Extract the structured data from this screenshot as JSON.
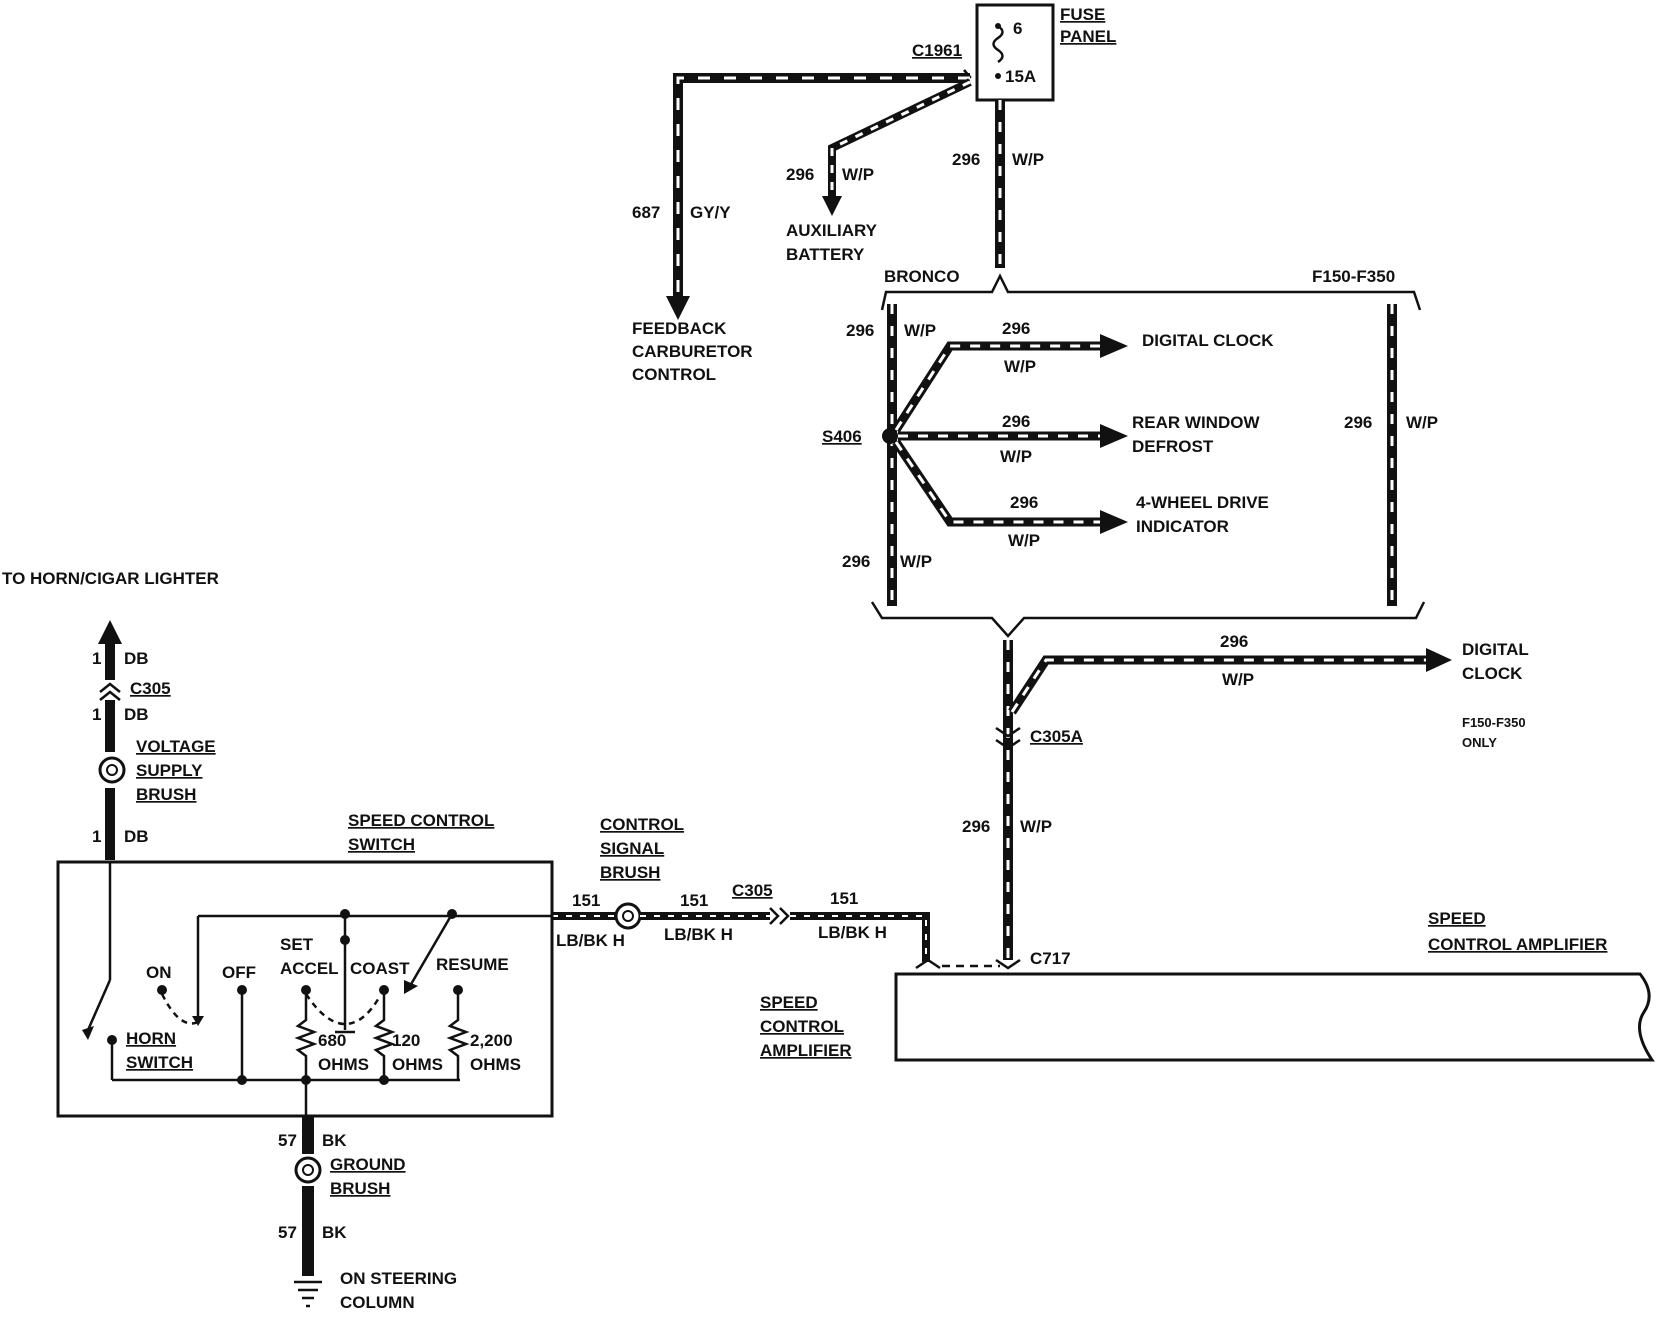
{
  "fuse_panel": {
    "title_line1": "FUSE",
    "title_line2": "PANEL",
    "fuse_number": "6",
    "fuse_rating": "15A",
    "connector": "C1961"
  },
  "feeds": {
    "circuit_687": "687",
    "color_687": "GY/Y",
    "feedback_line1": "FEEDBACK",
    "feedback_line2": "CARBURETOR",
    "feedback_line3": "CONTROL",
    "aux_circuit": "296",
    "aux_color": "W/P",
    "aux_line1": "AUXILIARY",
    "aux_line2": "BATTERY",
    "main_circuit": "296",
    "main_color": "W/P"
  },
  "variants": {
    "bronco": "BRONCO",
    "f150": "F150-F350",
    "bronco_top_circuit": "296",
    "bronco_top_color": "W/P",
    "bronco_bottom_circuit": "296",
    "bronco_bottom_color": "W/P",
    "f150_circuit": "296",
    "f150_color": "W/P",
    "splice": "S406"
  },
  "branches": [
    {
      "circuit": "296",
      "color": "W/P",
      "line1": "DIGITAL CLOCK",
      "line2": ""
    },
    {
      "circuit": "296",
      "color": "W/P",
      "line1": "REAR WINDOW",
      "line2": "DEFROST"
    },
    {
      "circuit": "296",
      "color": "W/P",
      "line1": "4-WHEEL DRIVE",
      "line2": "INDICATOR"
    }
  ],
  "lower_clock": {
    "circuit": "296",
    "color": "W/P",
    "line1": "DIGITAL",
    "line2": "CLOCK",
    "note1": "F150-F350",
    "note2": "ONLY"
  },
  "amplifier_feed": {
    "connector": "C305A",
    "circuit": "296",
    "color": "W/P",
    "amp_connector": "C717"
  },
  "amplifier": {
    "label_line1": "SPEED",
    "label_line2": "CONTROL AMPLIFIER",
    "side_line1": "SPEED",
    "side_line2": "CONTROL",
    "side_line3": "AMPLIFIER"
  },
  "horn": {
    "to_label": "TO HORN/CIGAR LIGHTER",
    "circuit": "1",
    "color": "DB",
    "connector": "C305",
    "brush_line1": "VOLTAGE",
    "brush_line2": "SUPPLY",
    "brush_line3": "BRUSH"
  },
  "signal": {
    "brush_line1": "CONTROL",
    "brush_line2": "SIGNAL",
    "brush_line3": "BRUSH",
    "circuit": "151",
    "color": "LB/BK H",
    "connector": "C305"
  },
  "switch": {
    "title_line1": "SPEED CONTROL",
    "title_line2": "SWITCH",
    "on": "ON",
    "off": "OFF",
    "set": "SET",
    "accel": "ACCEL",
    "coast": "COAST",
    "resume": "RESUME",
    "horn_line1": "HORN",
    "horn_line2": "SWITCH",
    "r1": "680",
    "r2": "120",
    "r3": "2,200",
    "ohms": "OHMS"
  },
  "ground": {
    "circuit": "57",
    "color": "BK",
    "brush_line1": "GROUND",
    "brush_line2": "BRUSH",
    "location_line1": "ON STEERING",
    "location_line2": "COLUMN"
  }
}
